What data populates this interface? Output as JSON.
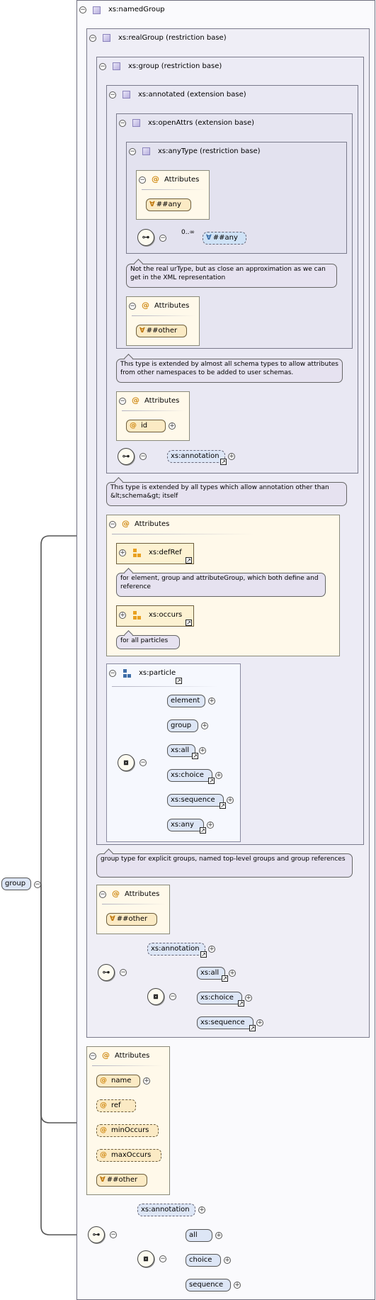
{
  "root": {
    "label": "group"
  },
  "named_group": {
    "title": "xs:namedGroup"
  },
  "real_group": {
    "title": "xs:realGroup (restriction base)"
  },
  "group_base": {
    "title": "xs:group (restriction base)"
  },
  "annotated": {
    "title": "xs:annotated (extension base)"
  },
  "open_attrs": {
    "title": "xs:openAttrs (extension base)"
  },
  "any_type": {
    "title": "xs:anyType (restriction base)",
    "attributes_label": "Attributes",
    "attr_any": "##any",
    "occurs": "0..∞",
    "any_element": "##any",
    "note": "Not the real urType, but as close an approximation as we can get in the XML representation"
  },
  "open_attrs_section": {
    "attributes_label": "Attributes",
    "attr_other": "##other",
    "note": "This type is extended by almost all schema types to allow attributes from other namespaces to be added to user schemas."
  },
  "annotated_section": {
    "attributes_label": "Attributes",
    "attr_id": "id",
    "annotation": "xs:annotation",
    "note": "This type is extended by all types which allow annotation other than &lt;schema&gt; itself"
  },
  "group_attrs": {
    "attributes_label": "Attributes",
    "def_ref": "xs:defRef",
    "def_ref_note": "for element, group and attributeGroup, which both define and reference",
    "occurs": "xs:occurs",
    "occurs_note": "for all particles"
  },
  "particle": {
    "title": "xs:particle",
    "items": [
      "element",
      "group",
      "xs:all",
      "xs:choice",
      "xs:sequence",
      "xs:any"
    ]
  },
  "group_note": "group type for explicit groups, named top-level groups and group references",
  "real_group_section": {
    "attributes_label": "Attributes",
    "attr_other": "##other",
    "annotation": "xs:annotation",
    "choices": [
      "xs:all",
      "xs:choice",
      "xs:sequence"
    ]
  },
  "named_group_attrs": {
    "attributes_label": "Attributes",
    "name": "name",
    "ref": "ref",
    "min_occurs": "minOccurs",
    "max_occurs": "maxOccurs",
    "other": "##other"
  },
  "bottom": {
    "annotation": "xs:annotation",
    "choices": [
      "all",
      "choice",
      "sequence"
    ]
  }
}
